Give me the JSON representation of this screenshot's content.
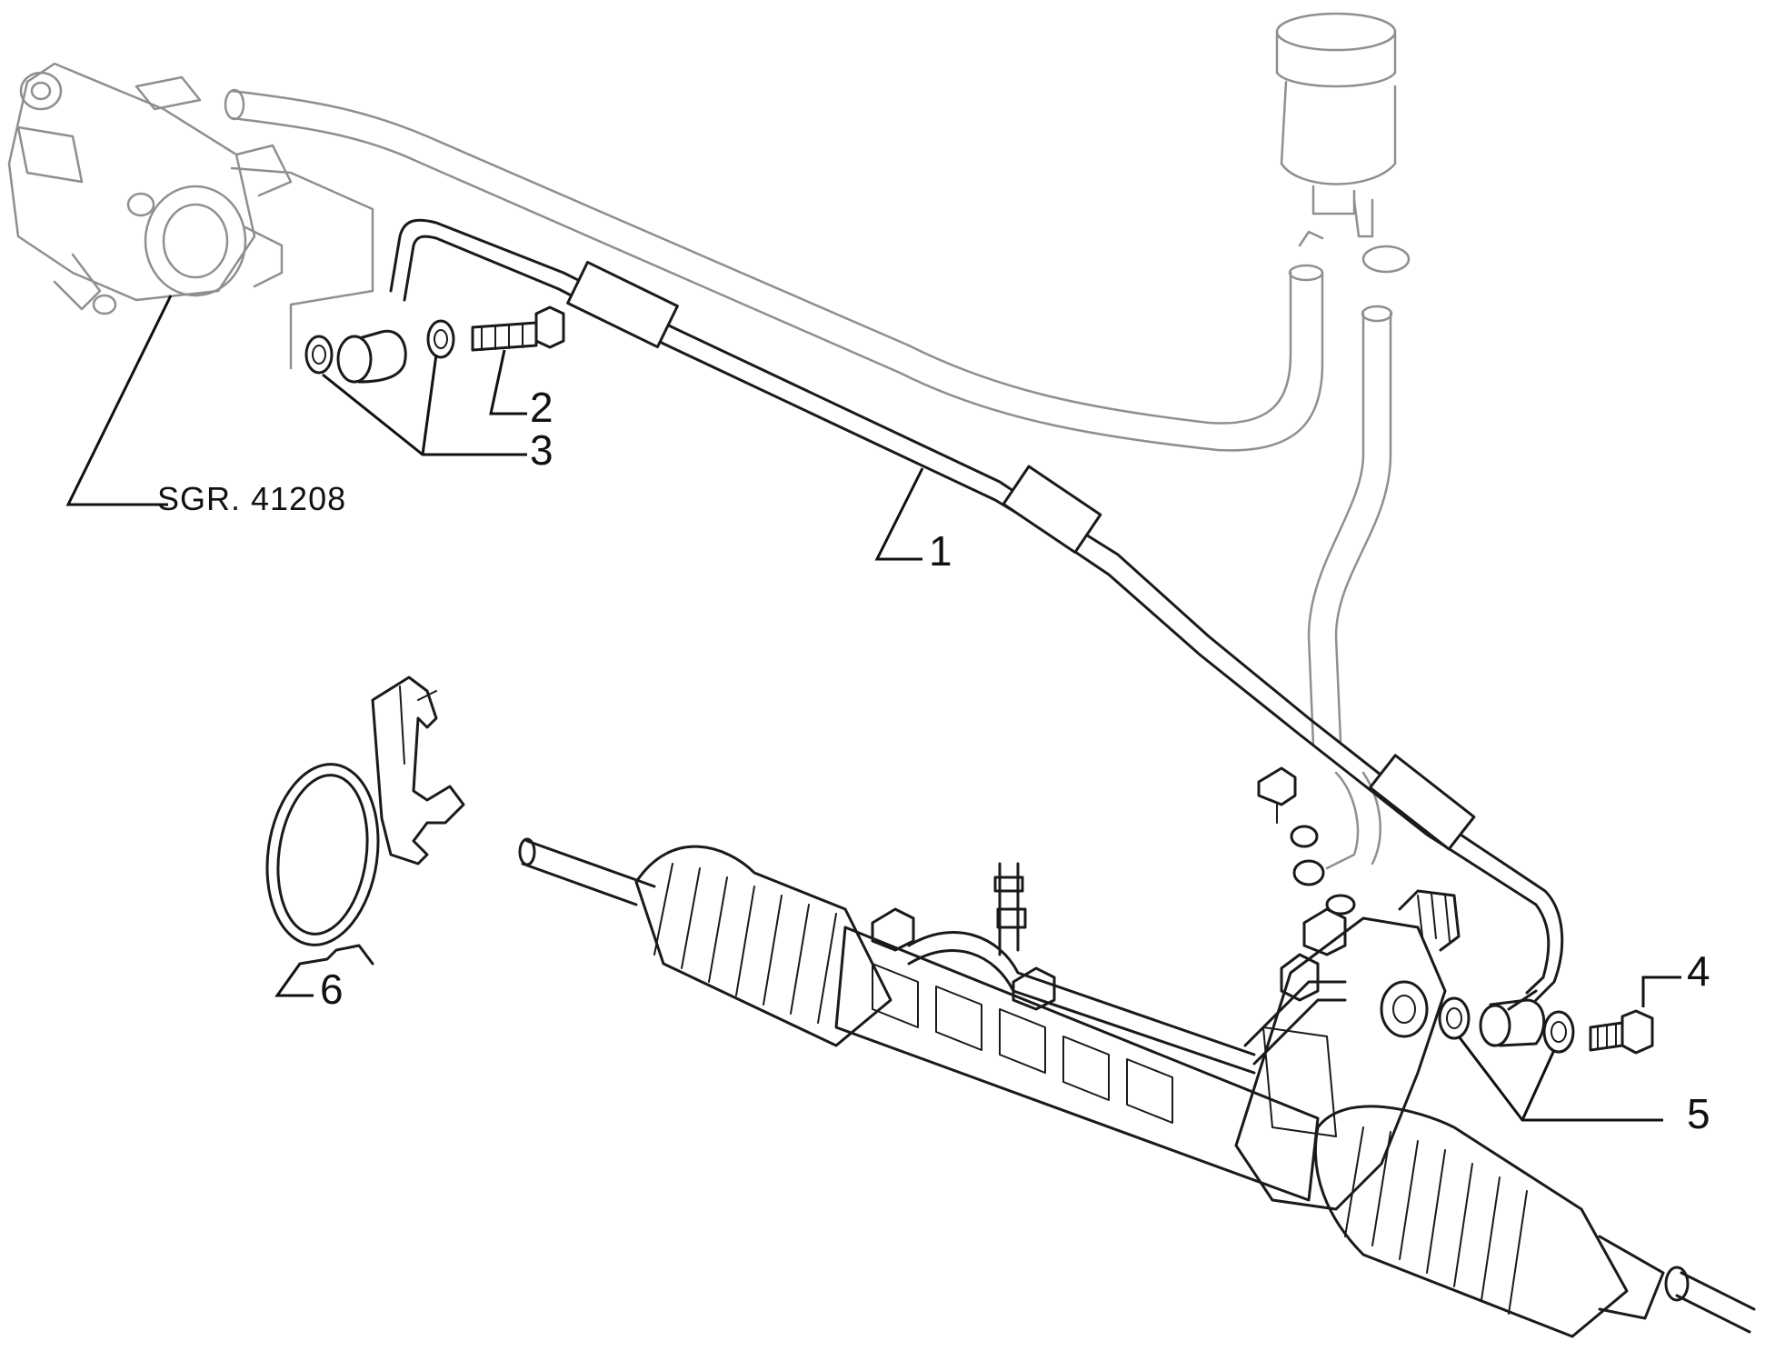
{
  "callouts": {
    "c1": "1",
    "c2": "2",
    "c3": "3",
    "c4": "4",
    "c5": "5",
    "c6": "6"
  },
  "reference": "SGR. 41208",
  "colors": {
    "ink": "#1a1a1a",
    "ghost": "#8f8f8f",
    "background": "#ffffff"
  }
}
